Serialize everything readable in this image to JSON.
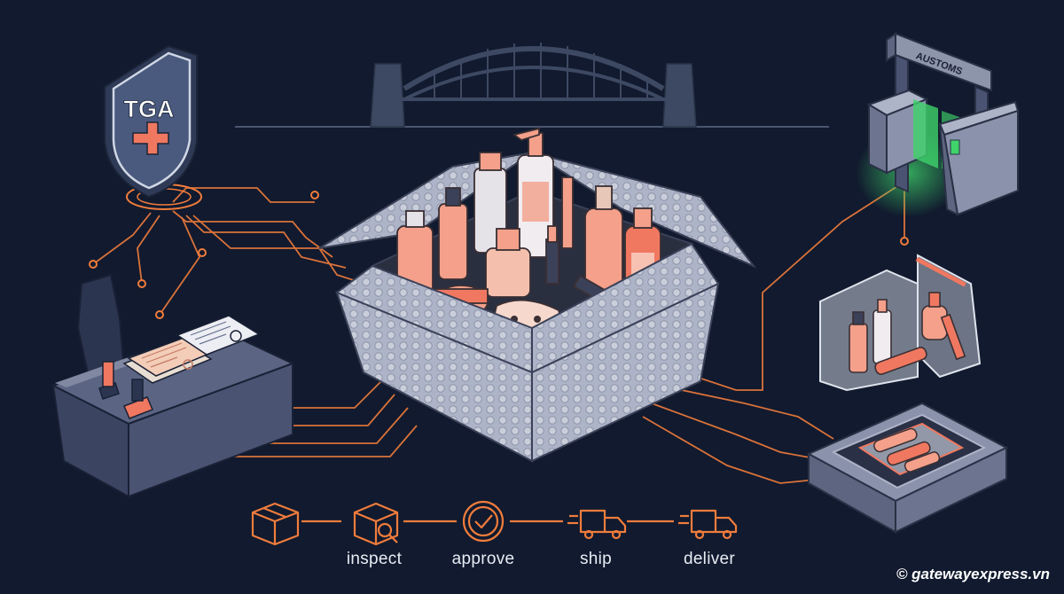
{
  "badge": {
    "text": "TGA"
  },
  "customs": {
    "sign": "AUSTOMS"
  },
  "steps": [
    {
      "icon": "package-icon",
      "label": ""
    },
    {
      "icon": "inspect-package-icon",
      "label": "inspect"
    },
    {
      "icon": "approve-check-icon",
      "label": "approve"
    },
    {
      "icon": "truck-icon",
      "label": "ship"
    },
    {
      "icon": "truck-icon",
      "label": "deliver"
    }
  ],
  "credit": "© gatewayexpress.vn",
  "colors": {
    "background": "#111a2e",
    "accent_orange": "#f07c3c",
    "shield_red": "#f07860",
    "gate_green": "#3fd36a",
    "product_salmon": "#f4a08a"
  }
}
